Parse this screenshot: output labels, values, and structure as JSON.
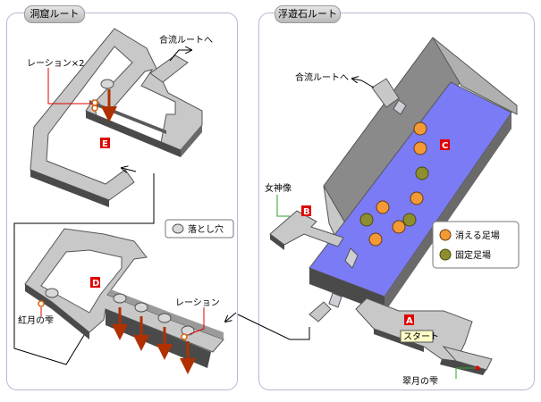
{
  "left_panel": {
    "title": "洞窟ルート"
  },
  "right_panel": {
    "title": "浮遊石ルート"
  },
  "labels": {
    "merge_left": "合流ルートへ",
    "merge_right": "合流ルートへ",
    "levation_x2": "レーション×2",
    "levation": "レーション",
    "red_moon_drop": "紅月の雫",
    "jade_moon_drop": "翠月の雫",
    "goddess_statue": "女神像",
    "start": "スタート"
  },
  "legend_pit": {
    "label": "落とし穴"
  },
  "legend_pads": {
    "disappearing": {
      "label": "消える足場",
      "color": "#f39a34"
    },
    "fixed": {
      "label": "固定足場",
      "color": "#8e8e2e"
    }
  },
  "markers": {
    "A": "A",
    "B": "B",
    "C": "C",
    "D": "D",
    "E": "E"
  },
  "colors": {
    "marker_red": "#e00000",
    "marker_green": "#2ca02c",
    "water": "#7b7bf5",
    "floor": "#c8c8c8",
    "wall": "#4a4a4a"
  }
}
